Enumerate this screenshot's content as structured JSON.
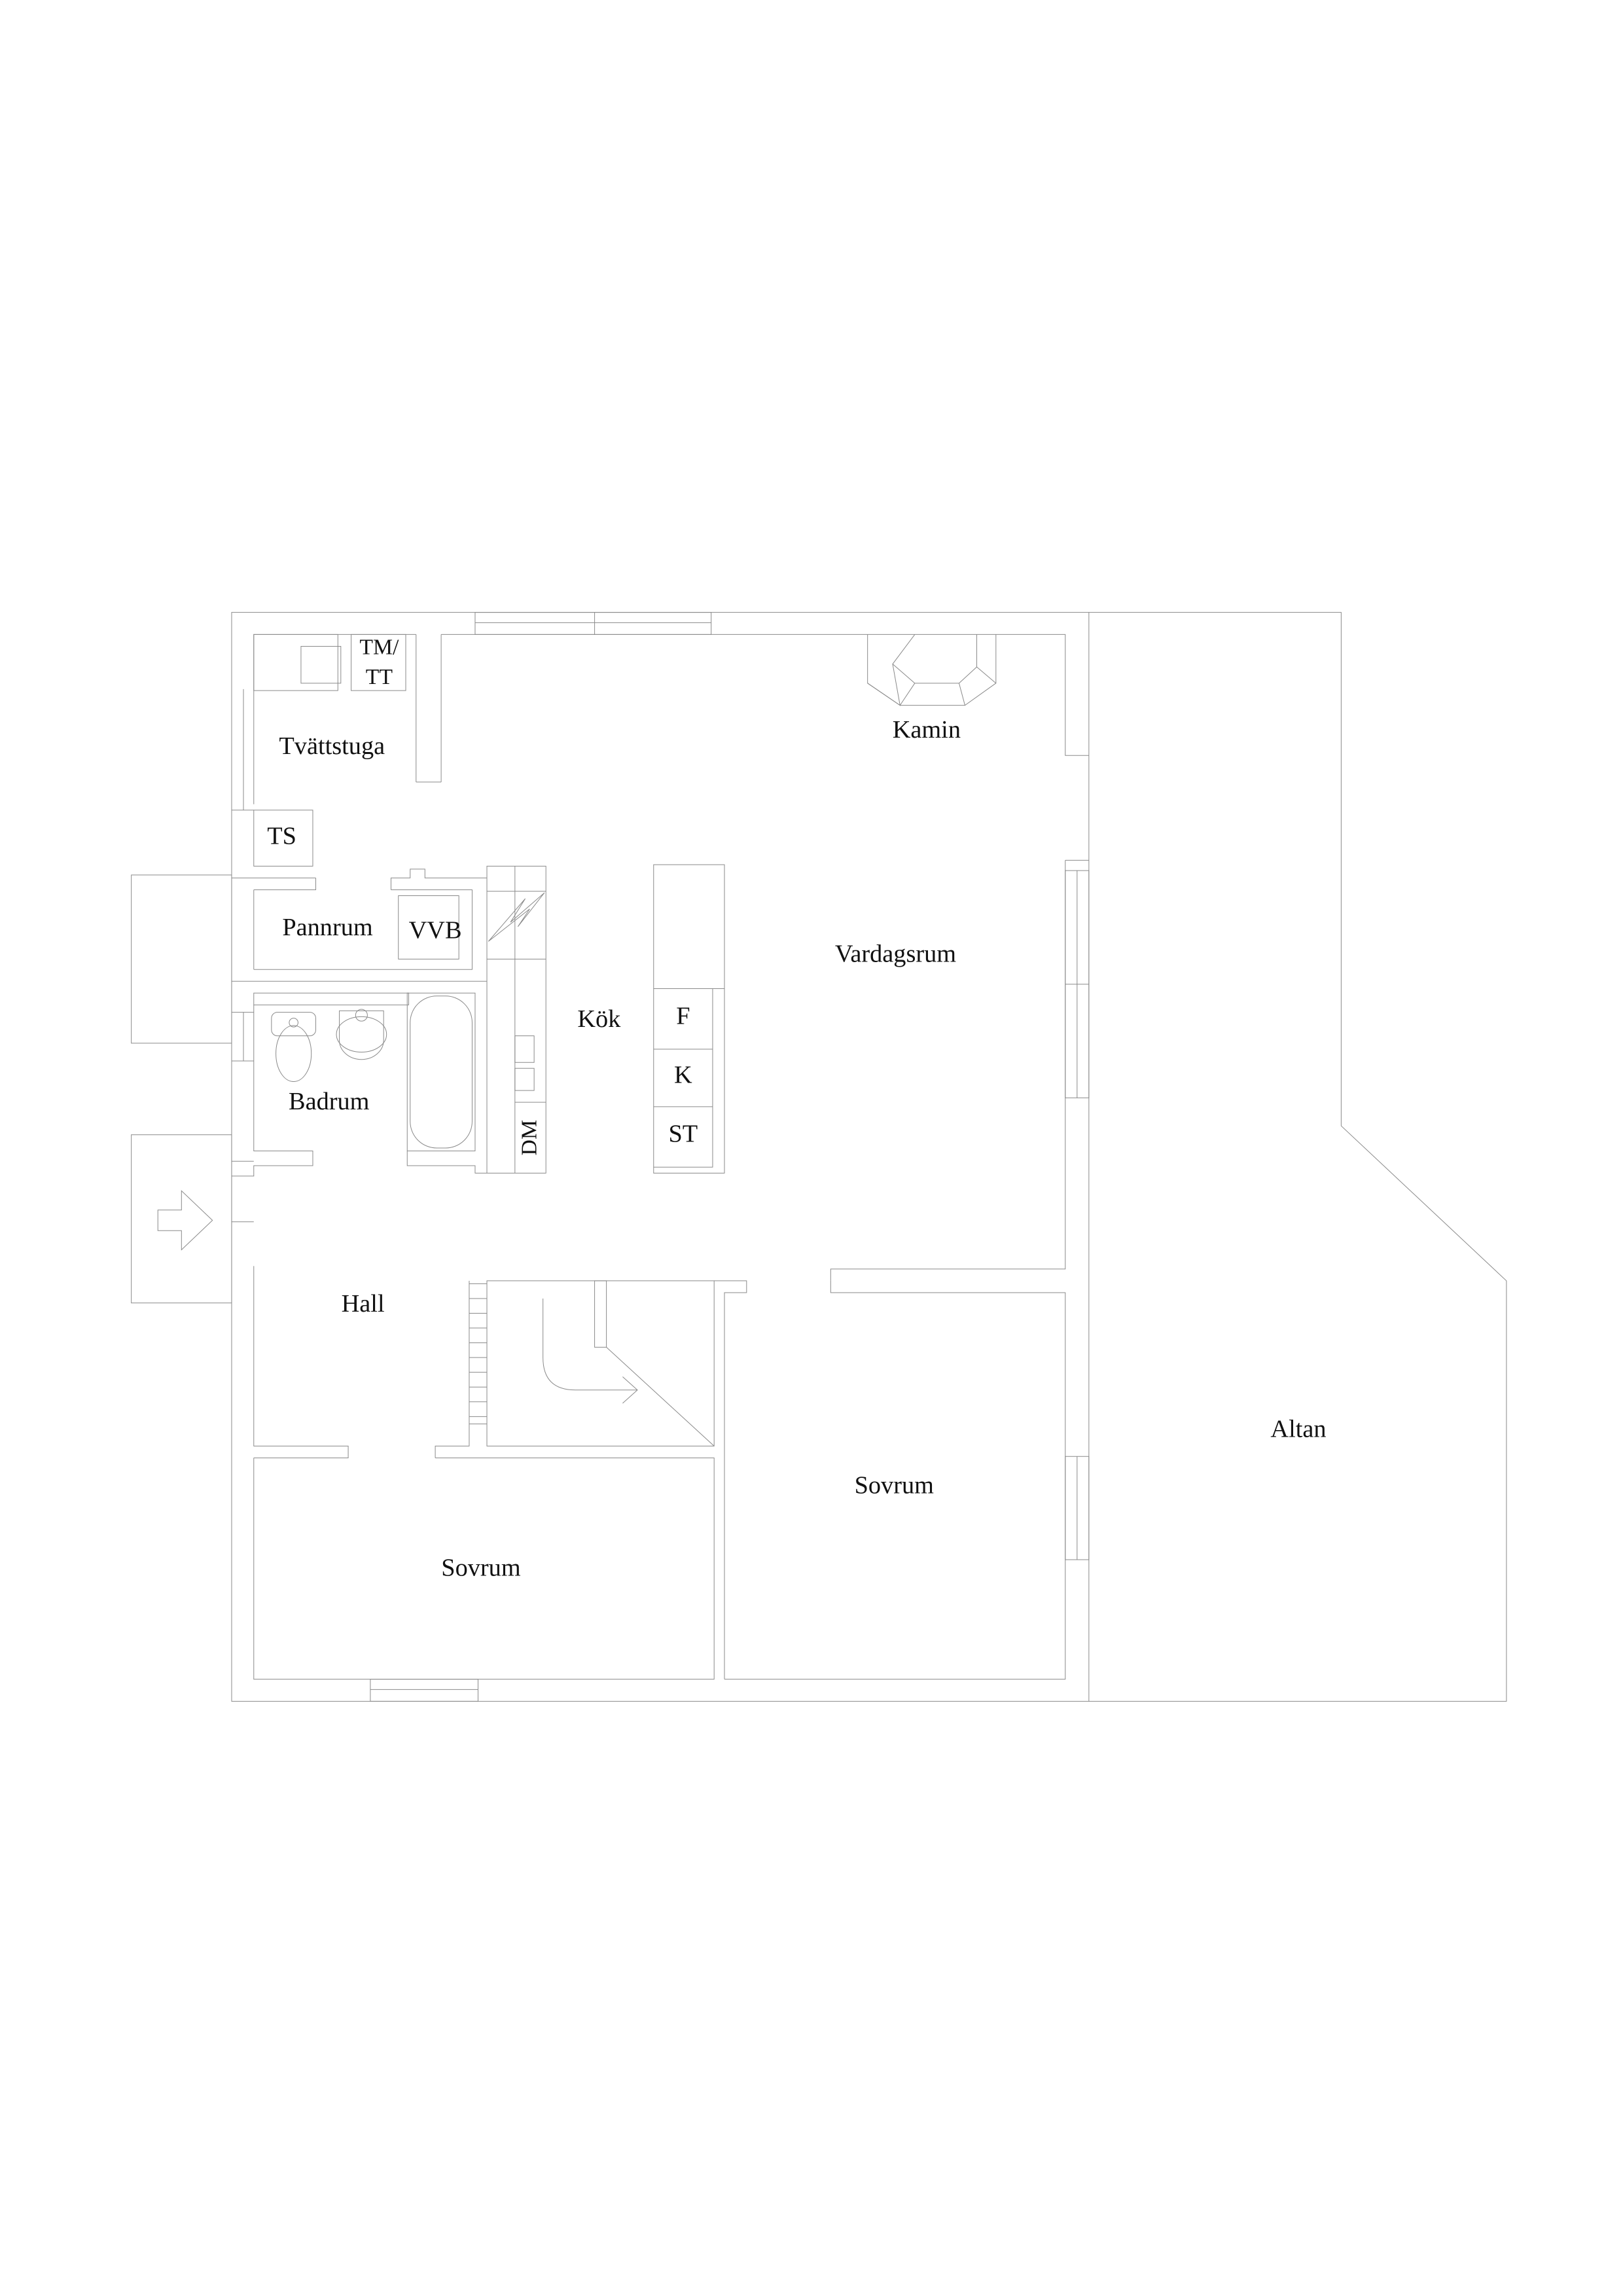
{
  "plan": {
    "type": "floor-plan",
    "stroke_color": "#8a8a8a",
    "text_color": "#111111",
    "background": "#ffffff"
  },
  "rooms": {
    "tvattstuga": "Tvättstuga",
    "tm_tt_line1": "TM/",
    "tm_tt_line2": "TT",
    "ts": "TS",
    "pannrum": "Pannrum",
    "vvb": "VVB",
    "badrum": "Badrum",
    "kok": "Kök",
    "f": "F",
    "k": "K",
    "st": "ST",
    "dm": "DM",
    "kamin": "Kamin",
    "vardagsrum": "Vardagsrum",
    "hall": "Hall",
    "sovrum_left": "Sovrum",
    "sovrum_right": "Sovrum",
    "altan": "Altan"
  },
  "icons": {
    "entrance": "entrance-arrow-icon",
    "stairs": "stair-direction-arrow-icon",
    "stove": "lightning-bolt-icon"
  }
}
